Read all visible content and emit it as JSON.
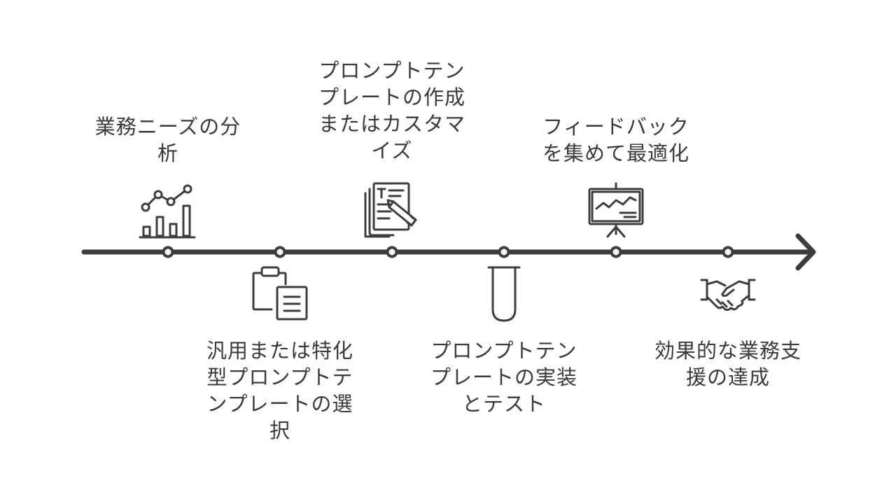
{
  "timeline": {
    "direction_icon": "arrow-right-icon",
    "line_color": "#3d3d3d",
    "stages": [
      {
        "icon": "analytics-chart-icon",
        "lines": [
          "業務ニーズの分",
          "析"
        ]
      },
      {
        "icon": "clipboard-documents-icon",
        "lines": [
          "汎用または特化",
          "型プロンプトテ",
          "ンプレートの選",
          "択"
        ]
      },
      {
        "icon": "document-pencil-icon",
        "lines": [
          "プロンプトテン",
          "プレートの作成",
          "またはカスタマ",
          "イズ"
        ]
      },
      {
        "icon": "test-tube-icon",
        "lines": [
          "プロンプトテン",
          "プレートの実装",
          "とテスト"
        ]
      },
      {
        "icon": "presentation-board-icon",
        "lines": [
          "フィードバック",
          "を集めて最適化"
        ]
      },
      {
        "icon": "handshake-icon",
        "lines": [
          "効果的な業務支",
          "援の達成"
        ]
      }
    ]
  }
}
